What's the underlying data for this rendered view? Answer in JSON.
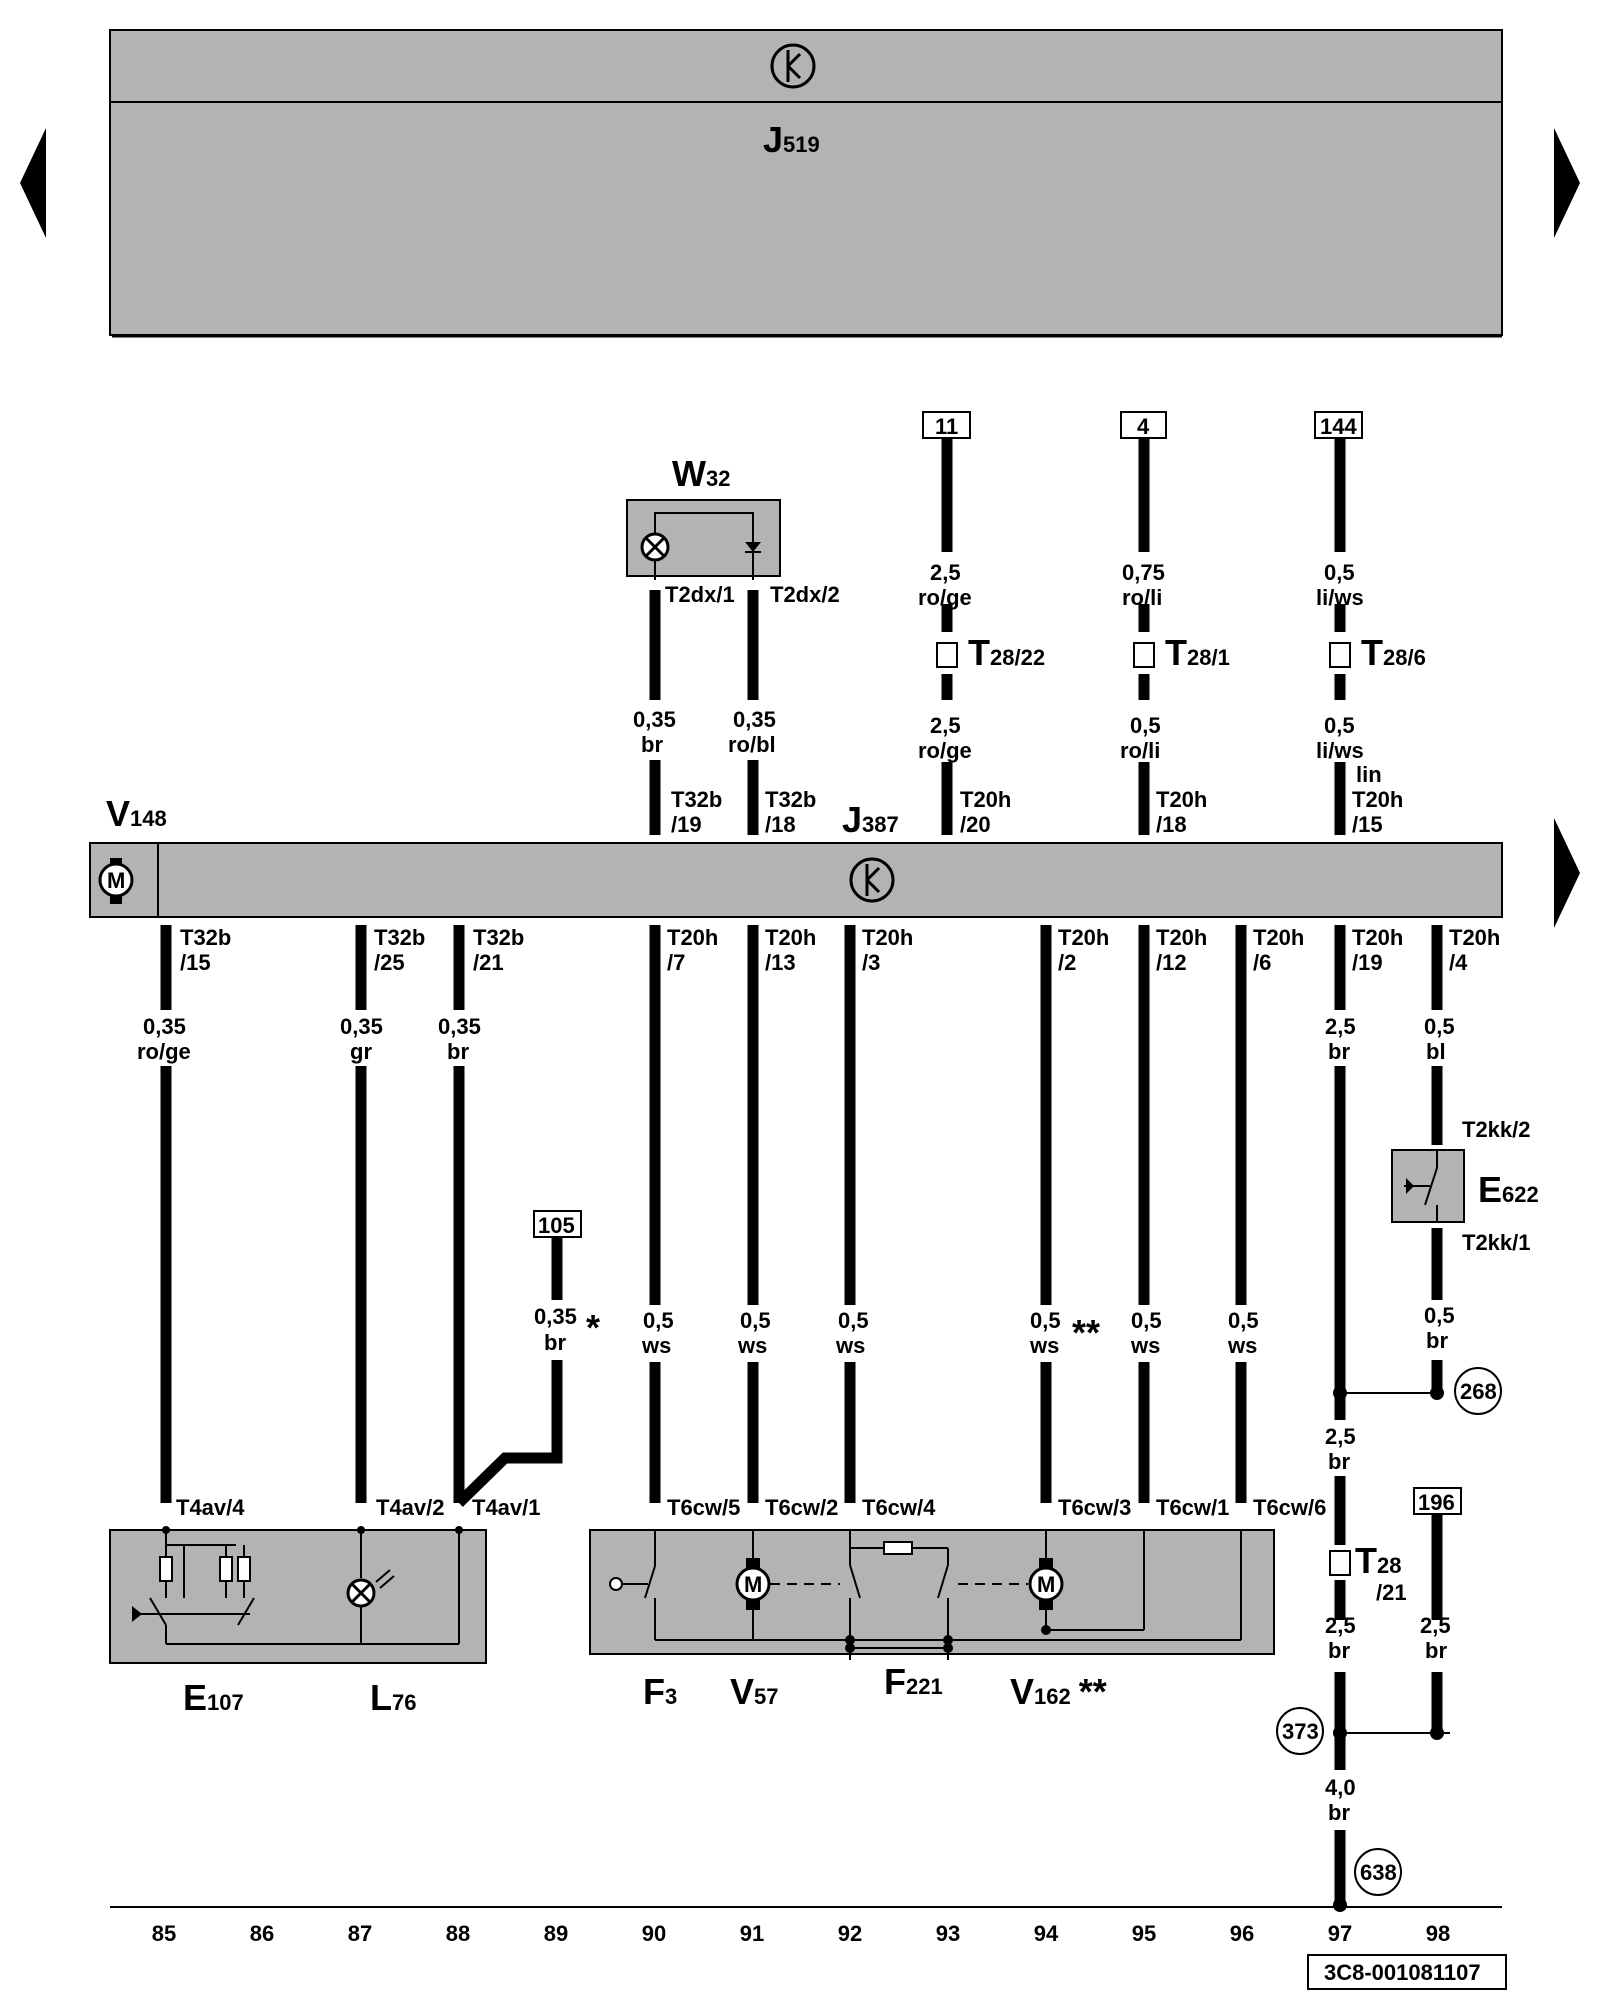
{
  "top_unit": {
    "label": "J",
    "sub": "519"
  },
  "j387": {
    "label": "J",
    "sub": "387"
  },
  "v148": {
    "label": "V",
    "sub": "148"
  },
  "w32": {
    "label": "W",
    "sub": "32",
    "pin1": "T2dx/1",
    "pin2": "T2dx/2"
  },
  "motor_glyph": "M",
  "ref_boxes": {
    "r11": "11",
    "r4": "4",
    "r144": "144",
    "r105": "105",
    "r196": "196"
  },
  "ground_points": {
    "g268": "268",
    "g373": "373",
    "g638": "638"
  },
  "upper_wires": {
    "w1": {
      "size": "0,35",
      "color": "br",
      "pin_a": "T32b",
      "pin_b": "/19"
    },
    "w2": {
      "size": "0,35",
      "color": "ro/bl",
      "pin_a": "T32b",
      "pin_b": "/18"
    },
    "w3": {
      "size1": "2,5",
      "color1": "ro/ge",
      "conn": "T",
      "conn_sub": "28/22",
      "size2": "2,5",
      "color2": "ro/ge",
      "pin_a": "T20h",
      "pin_b": "/20"
    },
    "w4": {
      "size1": "0,75",
      "color1": "ro/li",
      "conn": "T",
      "conn_sub": "28/1",
      "size2": "0,5",
      "color2": "ro/li",
      "pin_a": "T20h",
      "pin_b": "/18"
    },
    "w5": {
      "size1": "0,5",
      "color1": "li/ws",
      "conn": "T",
      "conn_sub": "28/6",
      "size2": "0,5",
      "color2": "li/ws",
      "extra": "lin",
      "pin_a": "T20h",
      "pin_b": "/15"
    }
  },
  "lower_wires": [
    {
      "pin_a": "T32b",
      "pin_b": "/15",
      "size": "0,35",
      "color": "ro/ge",
      "bottom_pin": "T4av/4"
    },
    {
      "pin_a": "T32b",
      "pin_b": "/25",
      "size": "0,35",
      "color": "gr",
      "bottom_pin": "T4av/2"
    },
    {
      "pin_a": "T32b",
      "pin_b": "/21",
      "size": "0,35",
      "color": "br",
      "bottom_pin": "T4av/1"
    },
    {
      "pin_a": "T20h",
      "pin_b": "/7",
      "size": "0,5",
      "color": "ws",
      "bottom_pin": "T6cw/5"
    },
    {
      "pin_a": "T20h",
      "pin_b": "/13",
      "size": "0,5",
      "color": "ws",
      "bottom_pin": "T6cw/2"
    },
    {
      "pin_a": "T20h",
      "pin_b": "/3",
      "size": "0,5",
      "color": "ws",
      "bottom_pin": "T6cw/4"
    },
    {
      "pin_a": "T20h",
      "pin_b": "/2",
      "size": "0,5",
      "color": "ws",
      "bottom_pin": "T6cw/3",
      "mark": "**"
    },
    {
      "pin_a": "T20h",
      "pin_b": "/12",
      "size": "0,5",
      "color": "ws",
      "bottom_pin": "T6cw/1"
    },
    {
      "pin_a": "T20h",
      "pin_b": "/6",
      "size": "0,5",
      "color": "ws",
      "bottom_pin": "T6cw/6"
    },
    {
      "pin_a": "T20h",
      "pin_b": "/19",
      "size": "2,5",
      "color": "br"
    },
    {
      "pin_a": "T20h",
      "pin_b": "/4",
      "size": "0,5",
      "color": "bl"
    }
  ],
  "wire105": {
    "size": "0,35",
    "color": "br",
    "mark": "*"
  },
  "e622": {
    "label": "E",
    "sub": "622",
    "pin_top": "T2kk/2",
    "pin_bot": "T2kk/1",
    "size": "0,5",
    "color": "br"
  },
  "right_column": {
    "s1": "2,5",
    "c1": "br",
    "conn": "T",
    "conn_sub": "28",
    "conn_pin": "/21",
    "s2": "2,5",
    "c2": "br",
    "s3": "2,5",
    "c3": "br",
    "s4": "4,0",
    "c4": "br"
  },
  "components": {
    "e107": {
      "label": "E",
      "sub": "107"
    },
    "l76": {
      "label": "L",
      "sub": "76"
    },
    "f3": {
      "label": "F",
      "sub": "3"
    },
    "v57": {
      "label": "V",
      "sub": "57"
    },
    "f221": {
      "label": "F",
      "sub": "221"
    },
    "v162": {
      "label": "V",
      "sub": "162",
      "mark": "**"
    }
  },
  "track_numbers": [
    "85",
    "86",
    "87",
    "88",
    "89",
    "90",
    "91",
    "92",
    "93",
    "94",
    "95",
    "96",
    "97",
    "98"
  ],
  "doc_id": "3C8-001081107"
}
